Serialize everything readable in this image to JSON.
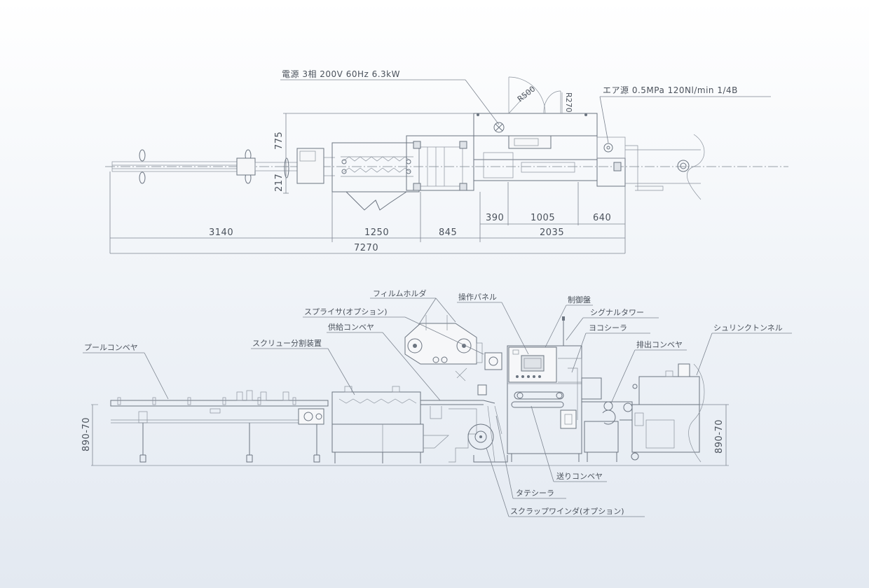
{
  "plan_view": {
    "power_spec": "電源 3相 200V 60Hz 6.3kW",
    "air_spec": "エア源 0.5MPa 120Nl/min 1/4B",
    "radius_1": "R500",
    "radius_2": "R270",
    "height_upper": "775",
    "height_lower": "217",
    "dims_bottom": [
      "3140",
      "1250",
      "845",
      "2035"
    ],
    "dims_upper": [
      "390",
      "1005",
      "640"
    ],
    "total_length": "7270"
  },
  "side_view": {
    "height_left": "890-70",
    "height_right": "890-70",
    "callouts": {
      "film_holder": "フィルムホルダ",
      "control_panel": "操作パネル",
      "control_cabinet": "制御盤",
      "splicer": "スプライサ(オプション)",
      "signal_tower": "シグナルタワー",
      "feed_conveyor": "供給コンベヤ",
      "horizontal_sealer": "ヨコシーラ",
      "pool_conveyor": "プールコンベヤ",
      "screw_divider": "スクリュー分割装置",
      "discharge_conveyor": "排出コンベヤ",
      "shrink_tunnel": "シュリンクトンネル",
      "transfer_conveyor": "送りコンベヤ",
      "vertical_sealer": "タテシーラ",
      "scrap_winder": "スクラップワインダ(オプション)"
    }
  }
}
